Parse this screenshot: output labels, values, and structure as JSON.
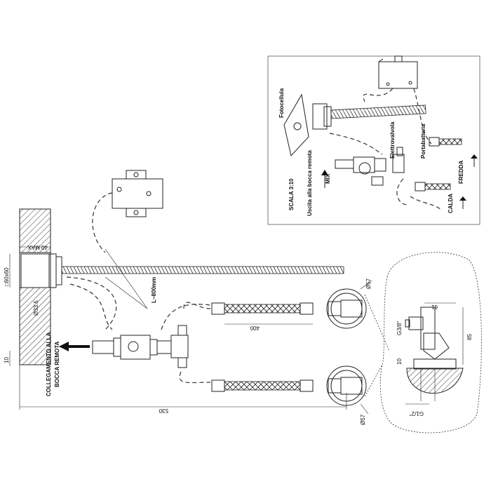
{
  "labels": {
    "fotocellula": "Fotocellula",
    "elettrovalvola": "Elettrovalvola",
    "portabatteria": "Portabatteria",
    "scala": "SCALA 3:10",
    "uscita": "Uscita alla bocca remota",
    "mix": "MIX",
    "fredda": "FREDDA",
    "calda": "CALDA",
    "collegamento": "COLLEGAMENTO ALLA",
    "bocca_remota": "BOCCA REMOTA",
    "l_800": "L~800mm",
    "dim_40max": "40 MAX",
    "dim_60x60": "□60x60",
    "dim_33_5": "Ø33.5",
    "dim_10_left": "10",
    "dim_530": "530",
    "dim_400": "400",
    "dim_57_top": "Ø57",
    "dim_57_bottom": "Ø57",
    "dim_61": "61",
    "dim_g38": "G3/8\"",
    "dim_85": "85",
    "dim_10_right": "10",
    "dim_g12": "G1/2\""
  }
}
